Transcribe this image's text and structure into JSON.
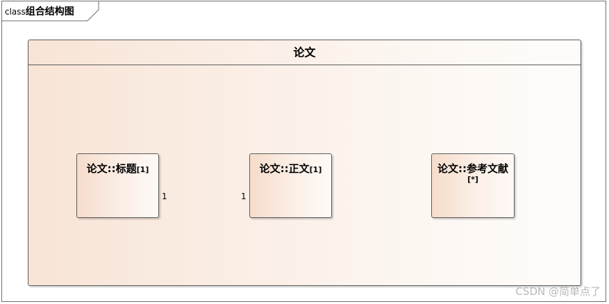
{
  "frame": {
    "keyword": "class",
    "name": "组合结构图"
  },
  "diagram": {
    "owner_class": "论文",
    "parts": [
      {
        "name": "论文::标题",
        "multiplicity": "[1]"
      },
      {
        "name": "论文::正文",
        "multiplicity": "[1]"
      },
      {
        "name": "论文::参考文献",
        "multiplicity": "[*]"
      }
    ],
    "connector": {
      "from_multiplicity": "1",
      "to_multiplicity": "1"
    }
  },
  "watermark": "CSDN @简单点了"
}
